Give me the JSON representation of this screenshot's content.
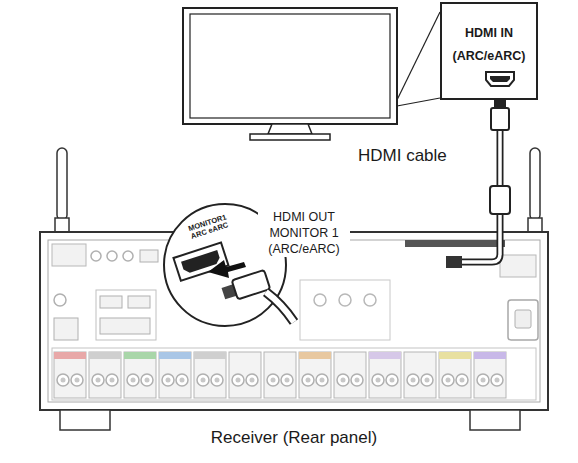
{
  "diagram": {
    "nodes": [
      {
        "text": [
          "HDMI IN (ARC/eARC)"
        ]
      },
      {
        "text": [
          "Receiver (Rear panel)"
        ]
      },
      {
        "text": [
          "MONITOR1 ARC eARC"
        ],
        "in": 1
      }
    ],
    "edges": [
      {
        "from": 0,
        "to": 1,
        "arrow": "none",
        "label": "HDMI cable"
      }
    ],
    "labels": [
      "HDMI OUT MONITOR 1 (ARC/eARC)"
    ]
  }
}
